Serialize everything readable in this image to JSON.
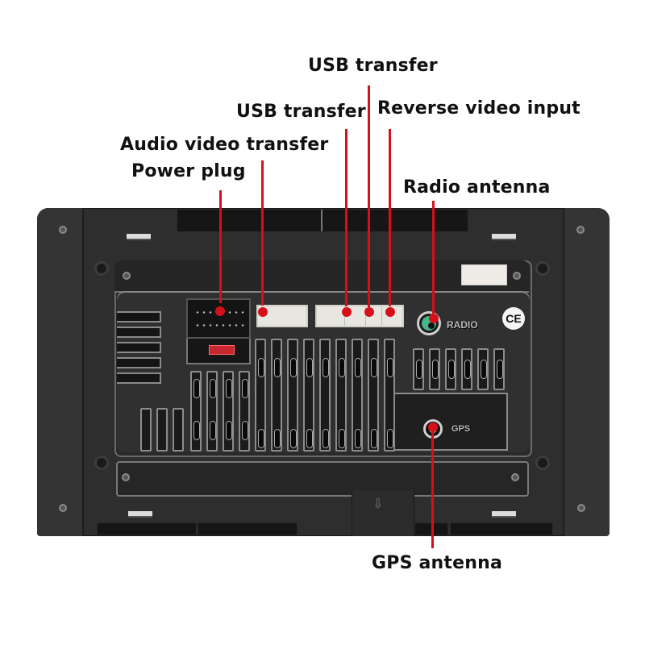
{
  "figure": {
    "type": "annotated-product-photo",
    "subject": "Car stereo head unit rear panel",
    "accent_color": "#d6101b"
  },
  "labels": [
    {
      "id": "usb_transfer_top",
      "text": "USB transfer"
    },
    {
      "id": "usb_transfer",
      "text": "USB transfer"
    },
    {
      "id": "reverse_video_input",
      "text": "Reverse video input"
    },
    {
      "id": "audio_video_transfer",
      "text": "Audio video transfer"
    },
    {
      "id": "power_plug",
      "text": "Power plug"
    },
    {
      "id": "radio_antenna",
      "text": "Radio antenna"
    },
    {
      "id": "gps_antenna",
      "text": "GPS antenna"
    }
  ],
  "device_markings": {
    "radio": "RADIO",
    "gps": "GPS",
    "ce": "CE"
  }
}
